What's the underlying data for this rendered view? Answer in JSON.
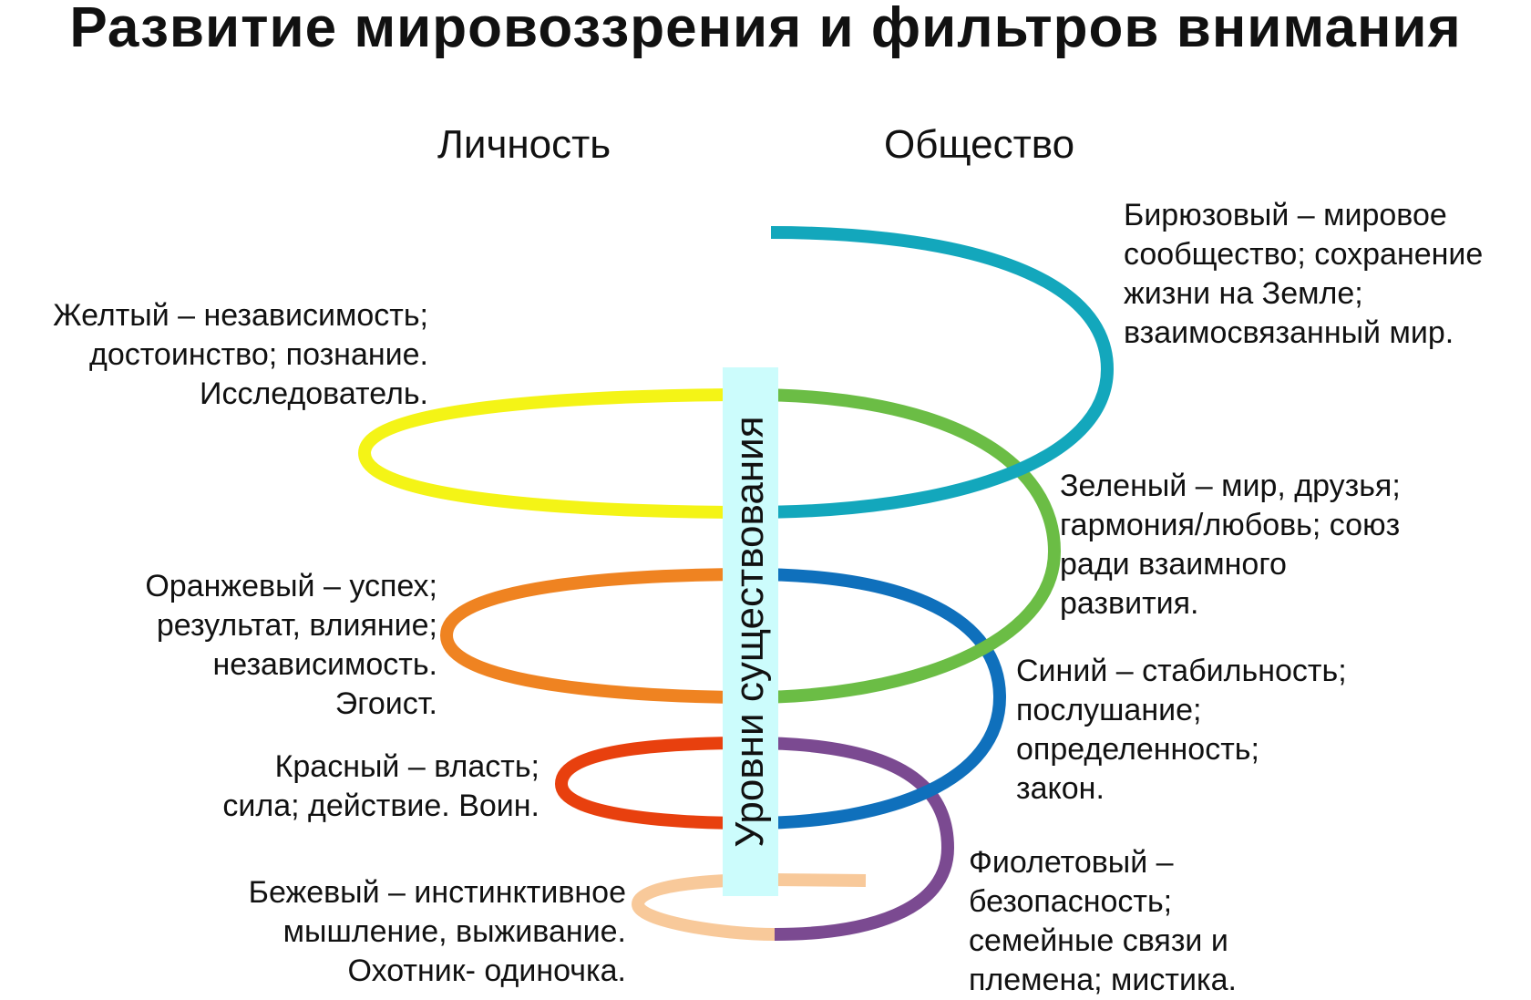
{
  "title": "Развитие мировоззрения и фильтров внимания",
  "columns": {
    "left": "Личность",
    "right": "Общество"
  },
  "axis_label": "Уровни существования",
  "colors": {
    "beige": "#f8c99a",
    "violet": "#7b4a91",
    "red": "#e8400e",
    "blue": "#0f70bc",
    "orange": "#ef8321",
    "green": "#6bbd45",
    "yellow": "#f4f416",
    "turquoise": "#13a7bc",
    "axis_fill": "#ccfcfc"
  },
  "levels": {
    "turquoise": "Бирюзовый –  мировое\nсообщество; сохранение\nжизни на Земле;\nвзаимосвязанный мир.",
    "yellow": "Желтый – независимость;\nдостоинство; познание.\nИсследователь.",
    "green": "Зеленый – мир, друзья;\nгармония/любовь; союз\nради взаимного\nразвития.",
    "orange": "Оранжевый – успех;\nрезультат, влияние;\nнезависимость.\nЭгоист.",
    "blue": "Синий – стабильность;\nпослушание;\nопределенность;\nзакон.",
    "red": "Красный – власть;\nсила; действие. Воин.",
    "violet": "Фиолетовый –\nбезопасность;\nсемейные связи и\nплемена; мистика.",
    "beige": "Бежевый – инстинктивное\nмышление, выживание.\nОхотник- одиночка."
  }
}
